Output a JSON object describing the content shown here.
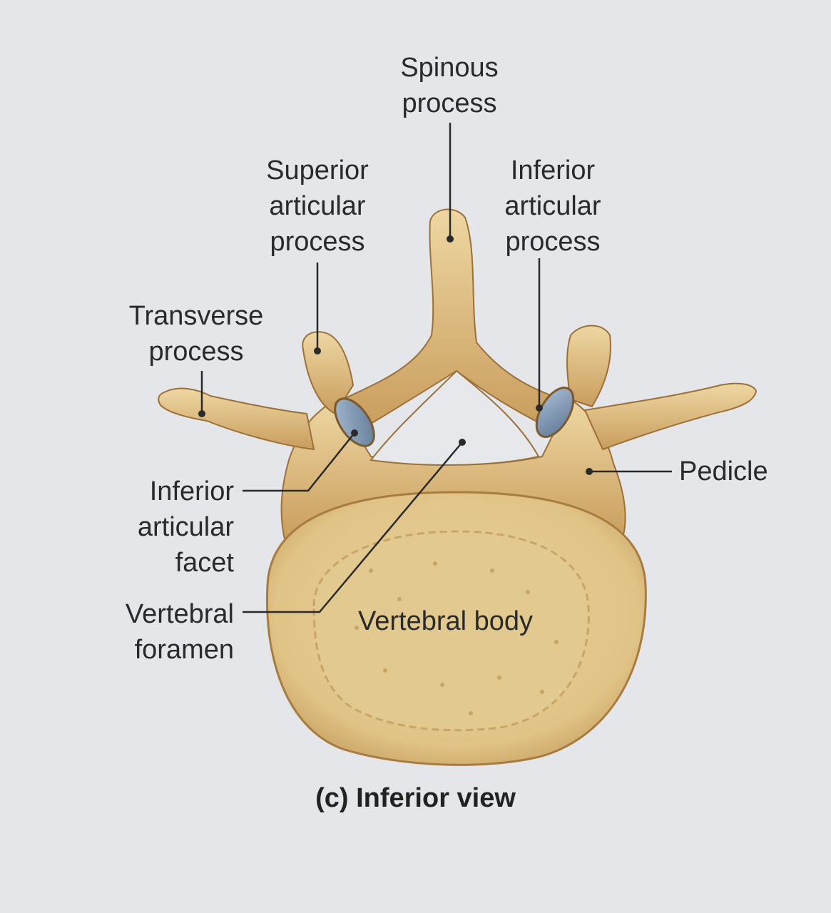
{
  "figure": {
    "caption": "(c) Inferior view",
    "labels": {
      "spinous_process": "Spinous\nprocess",
      "superior_articular_process": "Superior\narticular\nprocess",
      "inferior_articular_process": "Inferior\narticular\nprocess",
      "transverse_process": "Transverse\nprocess",
      "pedicle": "Pedicle",
      "inferior_articular_facet": "Inferior\narticular\nfacet",
      "vertebral_foramen": "Vertebral\nforamen",
      "vertebral_body": "Vertebral body"
    },
    "colors": {
      "bone_light": "#e9cf97",
      "bone_mid": "#d2ad6c",
      "bone_dark": "#a87c40",
      "body_fill": "#e7cf98",
      "body_rim": "#f2dfb0",
      "facet": "#7f98b6",
      "leader_line": "#2a2a2a",
      "paper": "#e4e6ea"
    }
  }
}
